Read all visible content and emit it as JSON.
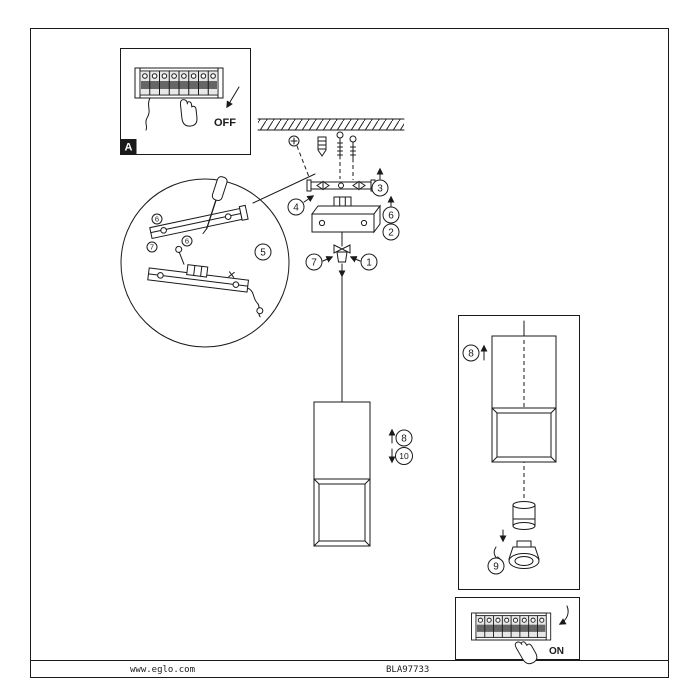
{
  "colors": {
    "ink": "#1a1a1a",
    "paper": "#ffffff"
  },
  "footer": {
    "website": "www.eglo.com",
    "article_code": "BLA97733"
  },
  "inset_off": {
    "label": "OFF",
    "section_tag": "A"
  },
  "inset_on": {
    "label": "ON"
  },
  "callouts": {
    "c1": "1",
    "c2": "2",
    "c3": "3",
    "c4": "4",
    "c5": "5",
    "c6": "6",
    "c7": "7",
    "c8": "8",
    "c9": "9",
    "c10": "10",
    "c8_detail": "8",
    "s1": "6",
    "s2": "7",
    "s3": "6"
  }
}
